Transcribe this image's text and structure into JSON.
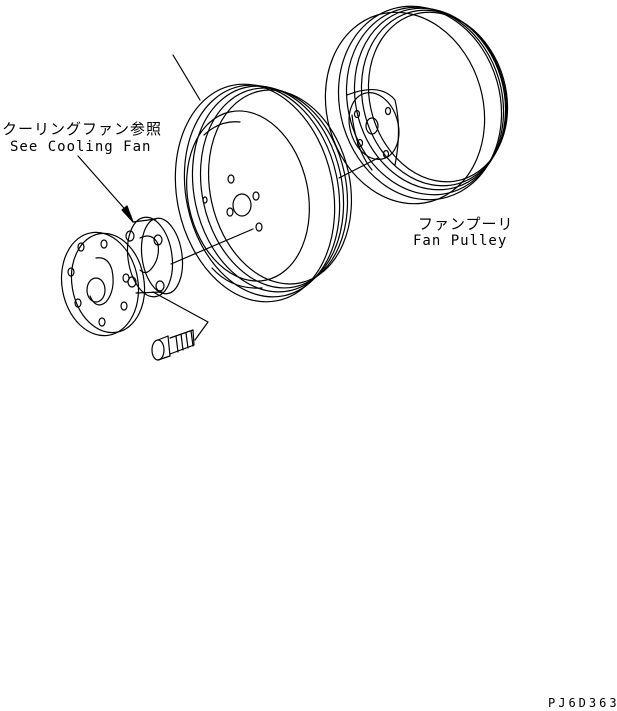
{
  "labels": {
    "cooling_fan_ref_jp": "クーリングファン参照",
    "cooling_fan_ref_en": "See Cooling Fan",
    "fan_pulley_jp": "ファンプーリ",
    "fan_pulley_en": "Fan Pulley",
    "drawing_code": "PJ6D363"
  },
  "colors": {
    "line": "#000000",
    "background": "#ffffff"
  }
}
